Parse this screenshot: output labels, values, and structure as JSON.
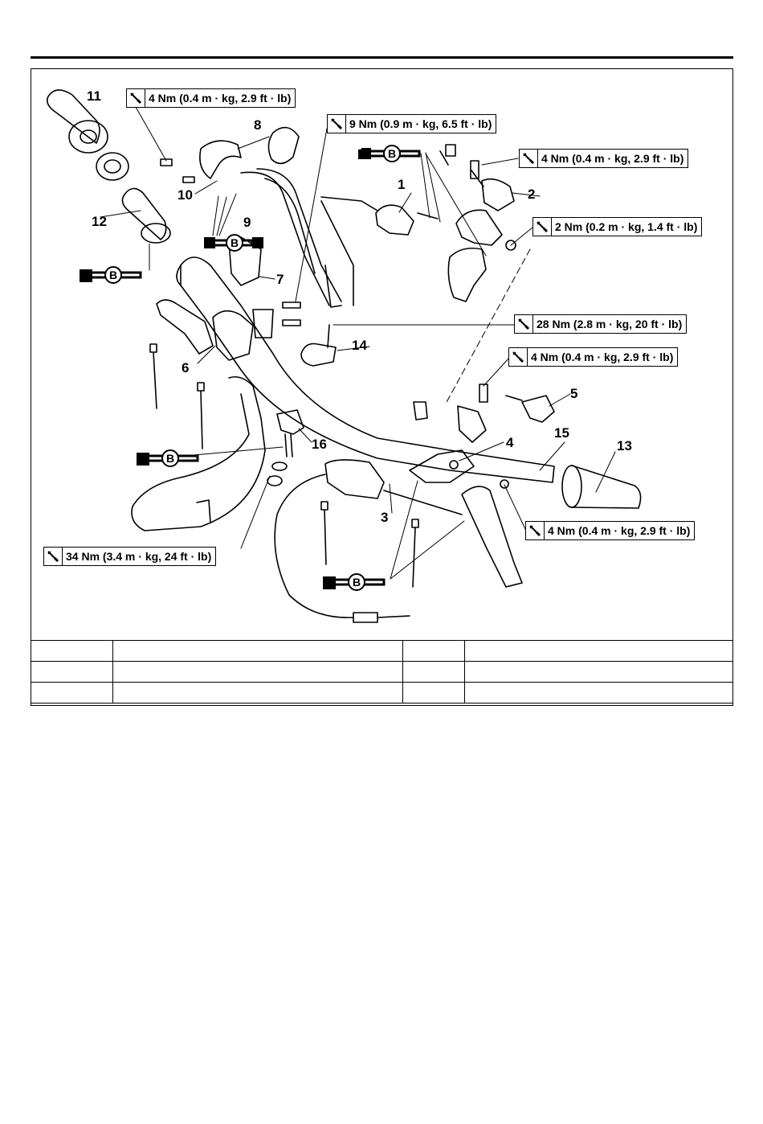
{
  "torque_specs": [
    {
      "value": "4 Nm (0.4 m · kg, 2.9 ft · lb)"
    },
    {
      "value": "9 Nm (0.9 m · kg, 6.5 ft · lb)"
    },
    {
      "value": "4 Nm (0.4 m · kg, 2.9 ft · lb)"
    },
    {
      "value": "2 Nm (0.2 m · kg, 1.4 ft · lb)"
    },
    {
      "value": "28 Nm (2.8 m · kg, 20 ft · lb)"
    },
    {
      "value": "4 Nm (0.4 m · kg, 2.9 ft · lb)"
    },
    {
      "value": "4 Nm (0.4 m · kg, 2.9 ft · lb)"
    },
    {
      "value": "34 Nm (3.4 m · kg, 24 ft · lb)"
    }
  ],
  "callouts": [
    "11",
    "8",
    "10",
    "9",
    "12",
    "7",
    "6",
    "1",
    "2",
    "14",
    "5",
    "15",
    "4",
    "13",
    "16",
    "3"
  ],
  "grease_marks": [
    {
      "label": "B"
    },
    {
      "label": "B"
    },
    {
      "label": "B"
    },
    {
      "label": "B"
    },
    {
      "label": "B"
    }
  ],
  "icons": {
    "torque": "torque-wrench-icon",
    "grease": "grease-b-icon"
  }
}
